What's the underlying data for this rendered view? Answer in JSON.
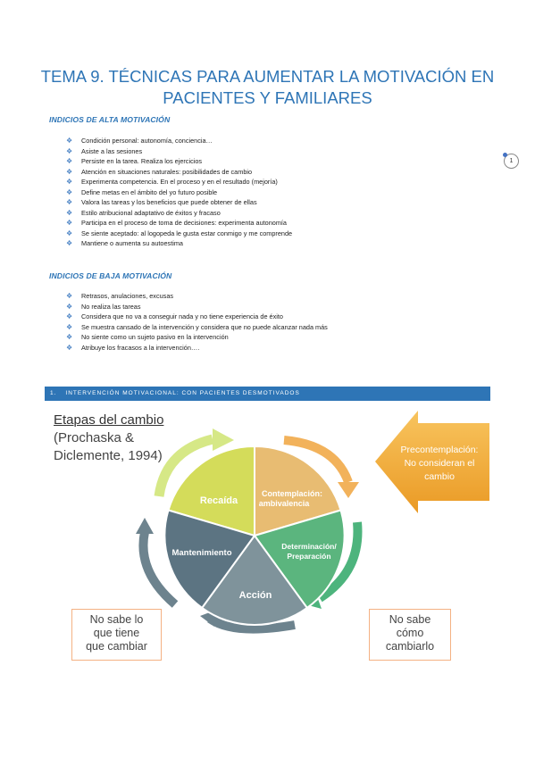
{
  "title": {
    "line1": "TEMA 9. TÉCNICAS PARA AUMENTAR LA MOTIVACIÓN EN",
    "line2": "PACIENTES Y FAMILIARES"
  },
  "page_number": "1",
  "high_motivation": {
    "heading": "INDICIOS DE ALTA MOTIVACIÓN",
    "items": [
      "Condición personal: autonomía, conciencia…",
      "Asiste a las sesiones",
      "Persiste en la tarea. Realiza los ejercicios",
      "Atención en situaciones naturales: posibilidades de cambio",
      "Experimenta competencia. En el proceso y en el resultado (mejoría)",
      "Define metas en el ámbito del yo futuro posible",
      "Valora las tareas y los beneficios que puede obtener de ellas",
      "Estilo atribucional adaptativo de éxitos y fracaso",
      "Participa en el proceso de toma de decisiones: experimenta autonomía",
      "Se siente aceptado: al logopeda le gusta estar conmigo y me comprende",
      "Mantiene o aumenta su autoestima"
    ]
  },
  "low_motivation": {
    "heading": "INDICIOS DE BAJA MOTIVACIÓN",
    "items": [
      "Retrasos, anulaciones, excusas",
      "No realiza las tareas",
      "Considera que no va a conseguir nada y no tiene experiencia de éxito",
      "Se muestra cansado de la intervención y considera que no puede alcanzar nada más",
      "No siente como un sujeto pasivo en la intervención",
      "Atribuye los fracasos a la intervención…."
    ]
  },
  "section_bar": {
    "number": "1.",
    "label": "INTERVENCIÓN MOTIVACIONAL: CON PACIENTES DESMOTIVADOS"
  },
  "figure": {
    "heading": "Etapas del cambio",
    "author_line1": "(Prochaska &",
    "author_line2": "Diclemente, 1994)",
    "precontemplation": {
      "line1": "Precontemplación:",
      "line2": "No consideran el",
      "line3": "cambio"
    },
    "segments": {
      "recaida": "Recaída",
      "contemplacion1": "Contemplación:",
      "contemplacion2": "ambivalencia",
      "determinacion1": "Determinación/",
      "determinacion2": "Preparación",
      "accion": "Acción",
      "mantenimiento": "Mantenimiento"
    },
    "left_box": {
      "line1": "No sabe lo",
      "line2": "que tiene",
      "line3": "que cambiar"
    },
    "right_box": {
      "line1": "No sabe",
      "line2": "cómo",
      "line3": "cambiarlo"
    }
  },
  "colors": {
    "title": "#2e75b6",
    "bar": "#2e75b6",
    "recaida": "#d4dc5a",
    "contemplacion": "#e8bc72",
    "determinacion": "#5bb57e",
    "accion": "#7f939b",
    "mantenimiento": "#5c7482",
    "arrow_green": "#d6e886",
    "arrow_orange": "#f2b25b",
    "arrow_teal": "#4db47d",
    "arrow_slate": "#6d838e",
    "box_border": "#f4b183"
  }
}
